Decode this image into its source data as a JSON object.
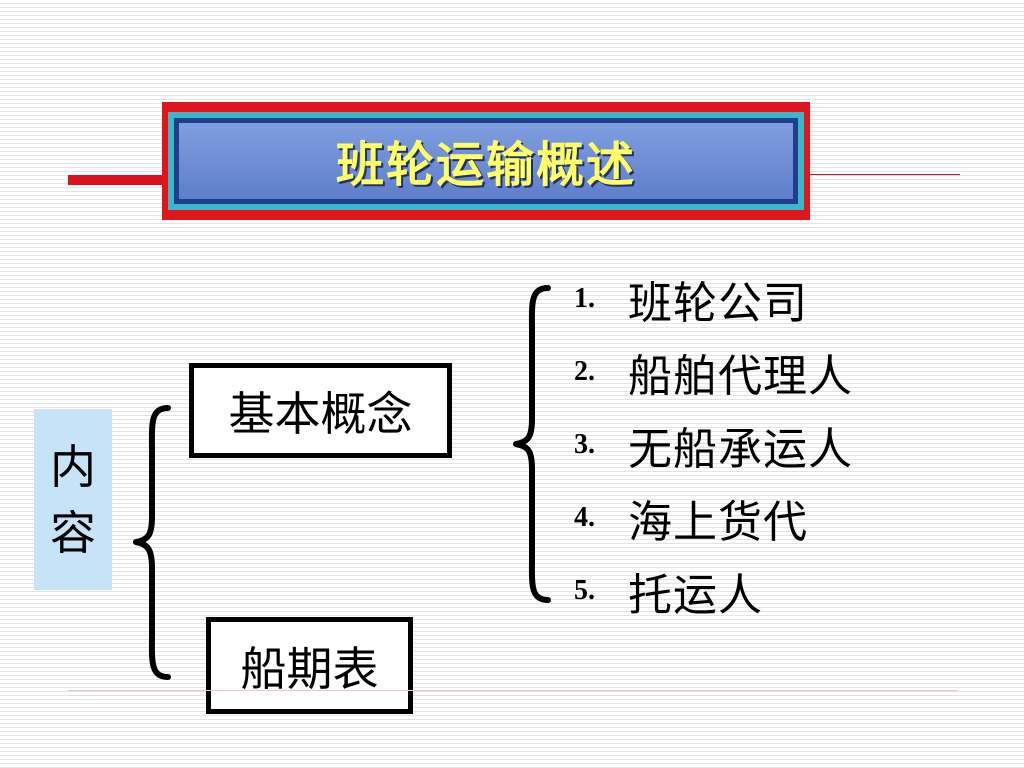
{
  "title": "班轮运输概述",
  "side_label": [
    "内",
    "容"
  ],
  "boxes": {
    "concept": "基本概念",
    "schedule": "船期表"
  },
  "items": [
    {
      "num": "1.",
      "text": "班轮公司"
    },
    {
      "num": "2.",
      "text": "船舶代理人"
    },
    {
      "num": "3.",
      "text": "无船承运人"
    },
    {
      "num": "4.",
      "text": "海上货代"
    },
    {
      "num": "5.",
      "text": "托运人"
    }
  ],
  "colors": {
    "accent_red": "#e0161c",
    "title_text": "#ffff66",
    "label_bg": "#c7e3f7"
  }
}
